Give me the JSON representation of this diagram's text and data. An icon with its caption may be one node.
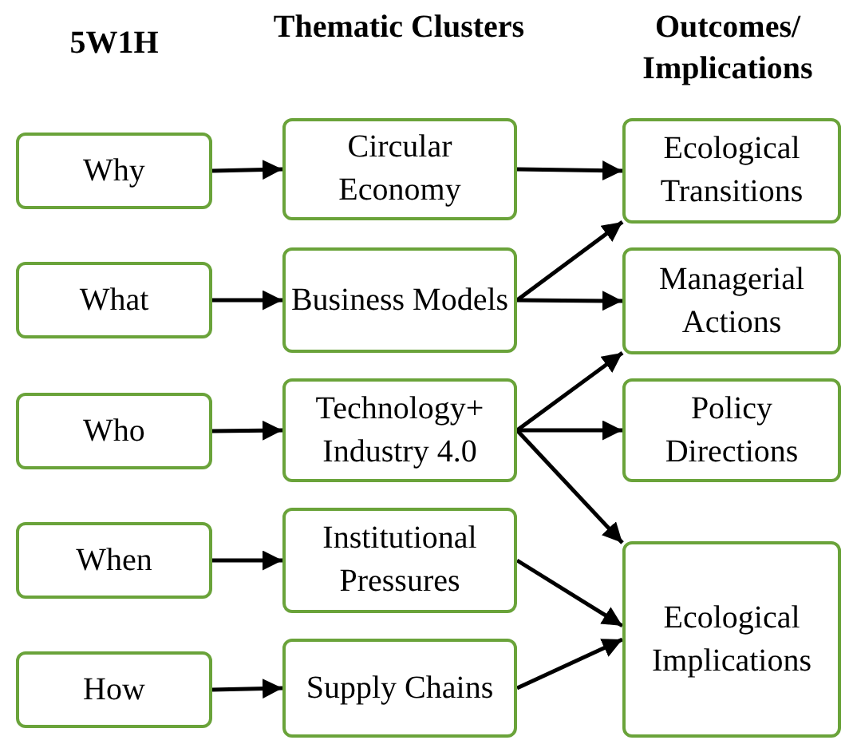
{
  "diagram": {
    "nodes": [
      {
        "text": [
          "Why"
        ]
      },
      {
        "text": [
          "Circular Economy"
        ]
      },
      {
        "text": [
          "Ecological Transitions"
        ]
      },
      {
        "text": [
          "What"
        ]
      },
      {
        "text": [
          "Business Models"
        ]
      },
      {
        "text": [
          "Managerial Actions"
        ]
      },
      {
        "text": [
          "Who"
        ]
      },
      {
        "text": [
          "Technology+ Industry 4.0"
        ]
      },
      {
        "text": [
          "Policy Directions"
        ]
      },
      {
        "text": [
          "When"
        ]
      },
      {
        "text": [
          "Institutional Pressures"
        ]
      },
      {
        "text": [
          "Ecological Implications"
        ]
      },
      {
        "text": [
          "How"
        ]
      },
      {
        "text": [
          "Supply Chains"
        ]
      }
    ],
    "edges": [
      {
        "from": 0,
        "to": 1,
        "arrow": "to"
      },
      {
        "from": 1,
        "to": 2,
        "arrow": "to"
      },
      {
        "from": 3,
        "to": 4,
        "arrow": "to"
      },
      {
        "from": 4,
        "to": 2,
        "arrow": "to"
      },
      {
        "from": 4,
        "to": 5,
        "arrow": "to"
      },
      {
        "from": 6,
        "to": 7,
        "arrow": "to"
      },
      {
        "from": 7,
        "to": 5,
        "arrow": "to"
      },
      {
        "from": 7,
        "to": 8,
        "arrow": "to"
      },
      {
        "from": 7,
        "to": 11,
        "arrow": "to"
      },
      {
        "from": 9,
        "to": 10,
        "arrow": "to"
      },
      {
        "from": 10,
        "to": 11,
        "arrow": "to"
      },
      {
        "from": 12,
        "to": 13,
        "arrow": "to"
      },
      {
        "from": 13,
        "to": 11,
        "arrow": "to"
      }
    ],
    "labels": [
      "5W1H",
      "Thematic Clusters",
      "Outcomes/ Implications"
    ]
  }
}
